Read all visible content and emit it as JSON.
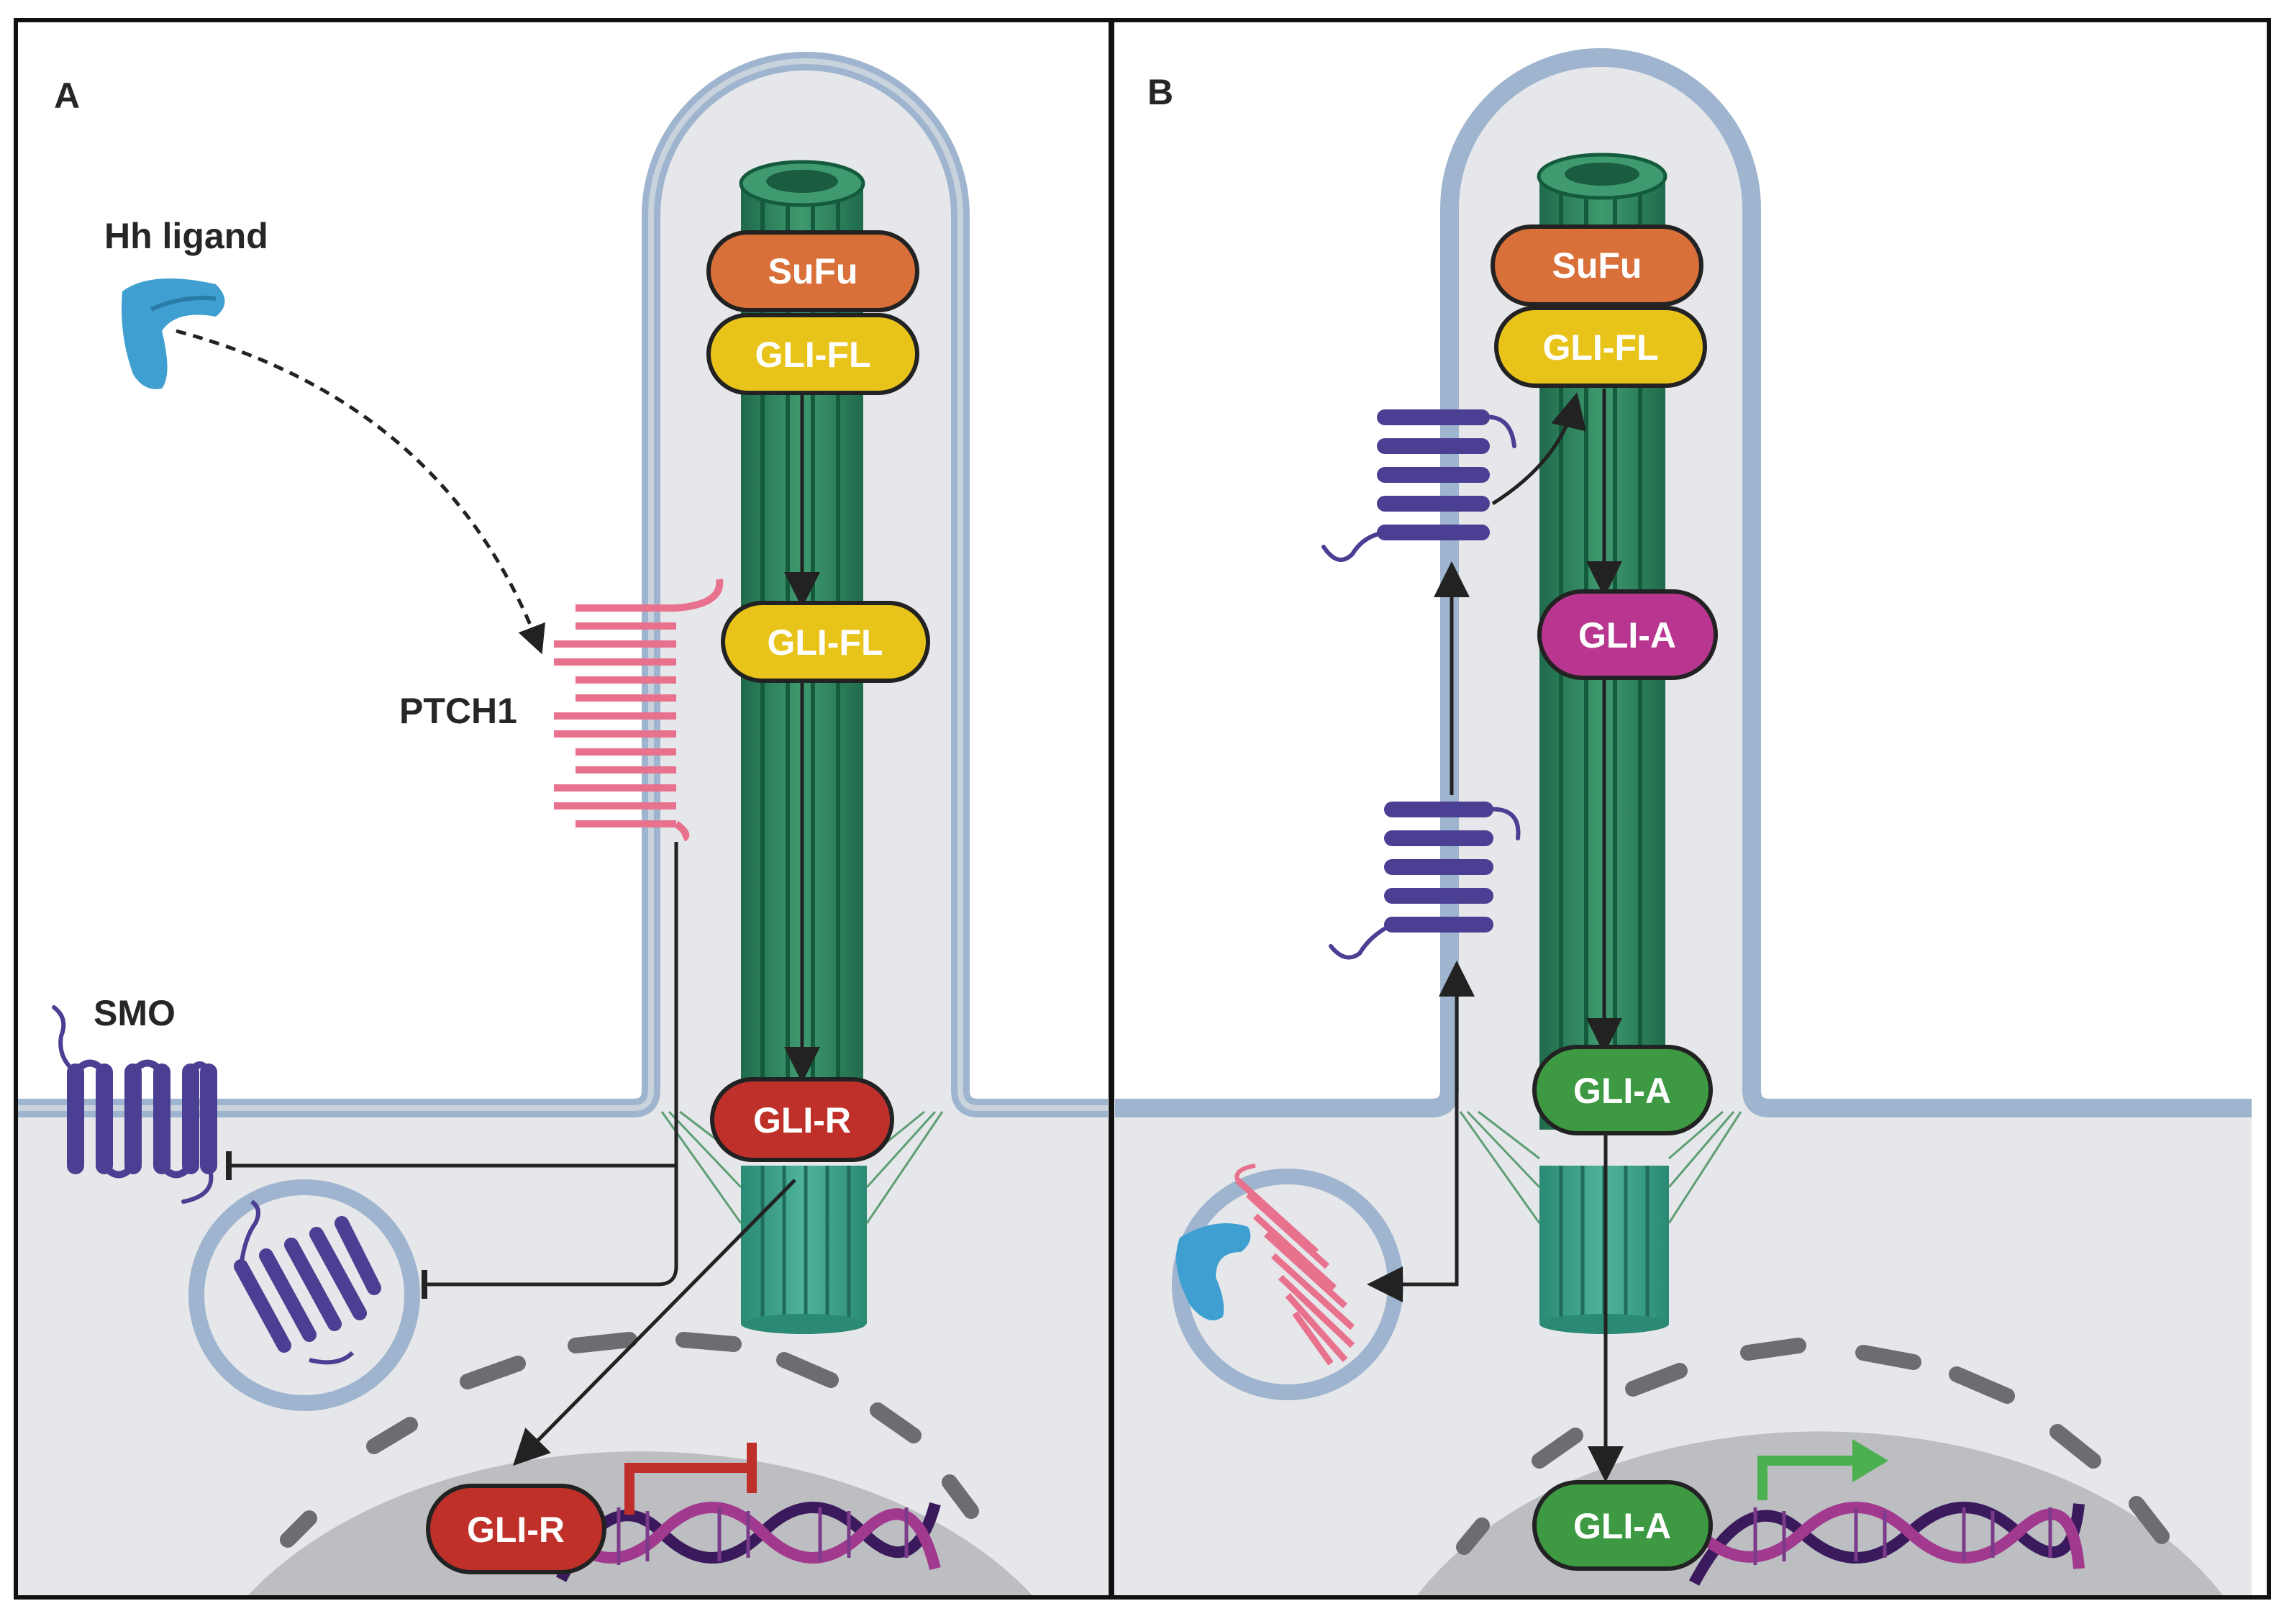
{
  "panels": {
    "a": {
      "letter": "A",
      "hh_ligand": "Hh ligand",
      "ptch1": "PTCH1",
      "smo": "SMO",
      "sufu": "SuFu",
      "gli_fl_top": "GLI-FL",
      "gli_fl_mid": "GLI-FL",
      "gli_r_base": "GLI-R",
      "gli_r_nucleus": "GLI-R"
    },
    "b": {
      "letter": "B",
      "sufu": "SuFu",
      "gli_fl_top": "GLI-FL",
      "gli_a_mid": "GLI-A",
      "gli_a_base": "GLI-A",
      "gli_a_nucleus": "GLI-A"
    }
  },
  "colors": {
    "membrane": "#9fb4ce",
    "cytoplasm": "#e6e7ea",
    "nucleus": "#bcbec1",
    "sufu": "#d9703a",
    "gli_fl": "#e8c31a",
    "gli_r": "#c0302a",
    "gli_a_mid": "#b8368f",
    "gli_a": "#3d9a43",
    "ptch1": "#e8728d",
    "smo": "#4b3f93",
    "hh_ligand": "#3e9fd0",
    "axoneme": "#2a7a5e",
    "dna_dark": "#3a1a5c",
    "dna_light": "#a13a8e",
    "repress": "#c0302a",
    "activate": "#4caf50"
  }
}
